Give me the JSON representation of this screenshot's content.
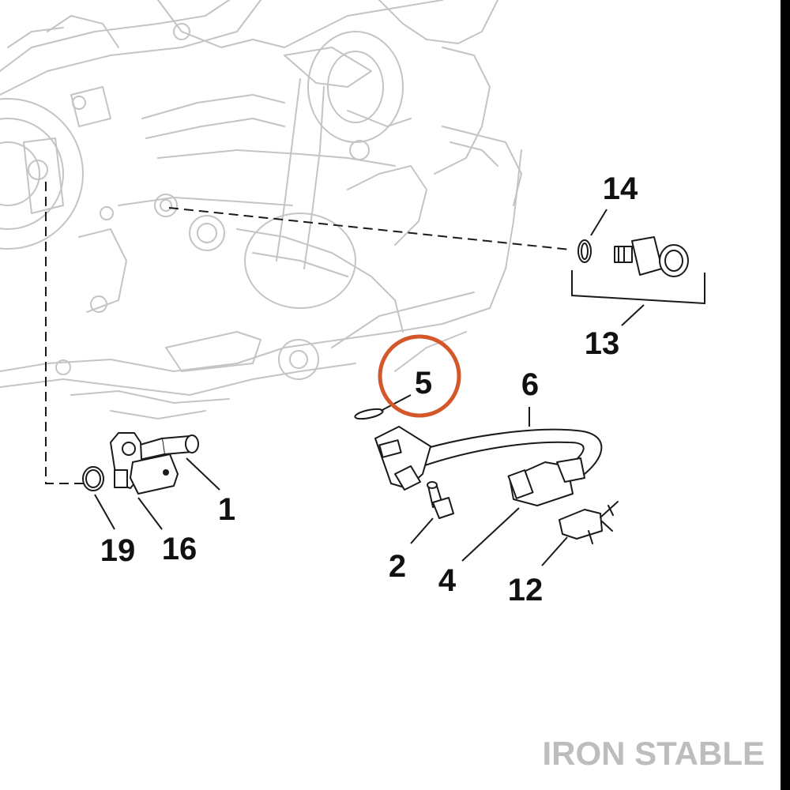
{
  "callouts": [
    {
      "id": "c1",
      "label": "1"
    },
    {
      "id": "c2",
      "label": "2"
    },
    {
      "id": "c4",
      "label": "4"
    },
    {
      "id": "c5",
      "label": "5"
    },
    {
      "id": "c6",
      "label": "6"
    },
    {
      "id": "c12",
      "label": "12"
    },
    {
      "id": "c13",
      "label": "13"
    },
    {
      "id": "c14",
      "label": "14"
    },
    {
      "id": "c16",
      "label": "16"
    },
    {
      "id": "c19",
      "label": "19"
    }
  ],
  "highlight": {
    "callout": "5",
    "color": "#d4572a"
  },
  "watermark": "IRON STABLE",
  "colors": {
    "engine_linework": "#c4c4c4",
    "parts_linework": "#1a1a1a",
    "watermark": "#bdbdbd",
    "frame": "#000000"
  }
}
